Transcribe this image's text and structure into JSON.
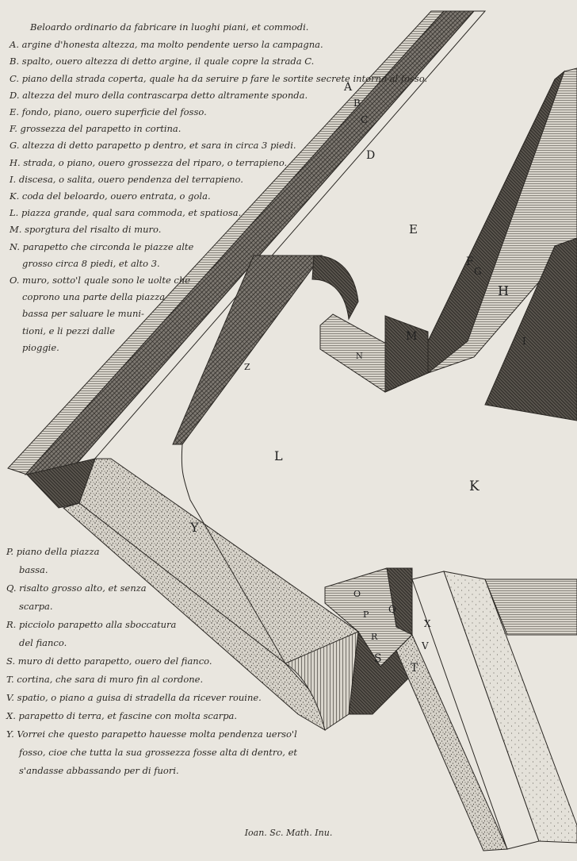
{
  "title": "Beloardo ordinario da fabricare in luoghi piani, et commodi.",
  "legend_top": [
    {
      "key": "A",
      "lines": [
        "argine d'honesta altezza, ma molto pendente uerso la campagna."
      ]
    },
    {
      "key": "B",
      "lines": [
        "spalto, ouero altezza di detto argine, il quale copre la strada C."
      ]
    },
    {
      "key": "C",
      "lines": [
        "piano della strada coperta, quale ha da seruire p fare le sortite secrete intorno al fosso."
      ]
    },
    {
      "key": "D",
      "lines": [
        "altezza del muro della contrascarpa detto altramente sponda."
      ]
    },
    {
      "key": "E",
      "lines": [
        "fondo, piano, ouero superficie del fosso."
      ]
    },
    {
      "key": "F",
      "lines": [
        "grossezza del parapetto in cortina."
      ]
    },
    {
      "key": "G",
      "lines": [
        "altezza di detto parapetto p dentro, et sara in circa 3 piedi."
      ]
    },
    {
      "key": "H",
      "lines": [
        "strada, o piano, ouero grossezza del riparo, o terrapieno."
      ]
    },
    {
      "key": "I",
      "lines": [
        "discesa, o salita, ouero pendenza del terrapieno."
      ]
    },
    {
      "key": "K",
      "lines": [
        "coda del beloardo, ouero entrata, o gola."
      ]
    },
    {
      "key": "L",
      "lines": [
        "piazza grande, qual sara commoda, et spatiosa."
      ]
    },
    {
      "key": "M",
      "lines": [
        "sporgtura del risalto di muro."
      ]
    },
    {
      "key": "N",
      "lines": [
        "parapetto che circonda le piazze alte",
        "grosso circa 8 piedi, et alto 3."
      ]
    },
    {
      "key": "O",
      "lines": [
        "muro, sotto'l quale sono le uolte che",
        "coprono una parte della piazza",
        "bassa per saluare le muni-",
        "tioni, e li pezzi dalle",
        "pioggie."
      ]
    }
  ],
  "legend_bottom": [
    {
      "key": "P",
      "lines": [
        "piano della piazza",
        "bassa."
      ]
    },
    {
      "key": "Q",
      "lines": [
        "risalto grosso alto, et senza",
        "scarpa."
      ]
    },
    {
      "key": "R",
      "lines": [
        "picciolo parapetto alla sboccatura",
        "del fianco."
      ]
    },
    {
      "key": "S",
      "lines": [
        "muro di detto parapetto, ouero del fianco."
      ]
    },
    {
      "key": "T",
      "lines": [
        "cortina, che sara di muro fin al cordone."
      ]
    },
    {
      "key": "V",
      "lines": [
        "spatio, o piano a guisa di stradella da ricever rouine."
      ]
    },
    {
      "key": "X",
      "lines": [
        "parapetto di terra, et fascine con molta scarpa."
      ]
    },
    {
      "key": "Y",
      "lines": [
        "Vorrei che questo parapetto hauesse molta pendenza uerso'l",
        "fosso, cioe che tutta la sua grossezza fosse alta di dentro, et",
        "s'andasse abbassando per di fuori."
      ]
    }
  ],
  "plan_letters": {
    "A": "A",
    "B": "B",
    "C": "C",
    "D": "D",
    "E": "E",
    "F": "F",
    "G": "G",
    "H": "H",
    "I": "I",
    "K": "K",
    "L": "L",
    "M": "M",
    "N": "N",
    "O": "O",
    "P": "P",
    "Q": "Q",
    "R": "R",
    "S": "S",
    "T": "T",
    "V": "V",
    "X": "X",
    "Y": "Y",
    "Z": "Z"
  },
  "signature": "Ioan. Sc. Math. Inu.",
  "colors": {
    "paper": "#e9e6df",
    "ink": "#2b2824",
    "hatch": "#4a463f",
    "shadow": "#3a3631"
  }
}
